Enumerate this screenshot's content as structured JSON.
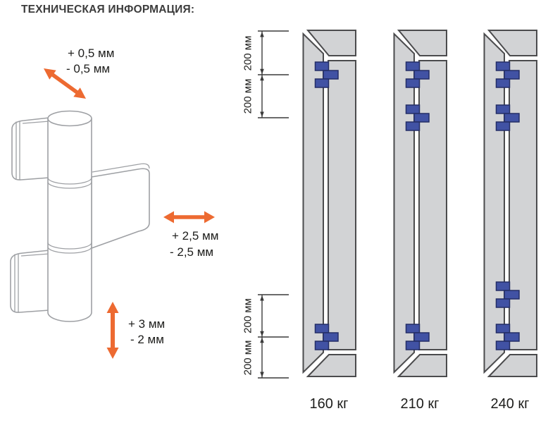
{
  "title": "ТЕХНИЧЕСКАЯ ИНФОРМАЦИЯ:",
  "adjustments": {
    "lateral": {
      "plus": "+ 0,5 мм",
      "minus": "- 0,5 мм"
    },
    "horizontal": {
      "plus": "+ 2,5 мм",
      "minus": "- 2,5 мм"
    },
    "vertical": {
      "plus": "+ 3 мм",
      "minus": "- 2 мм"
    }
  },
  "dims": [
    "200 мм",
    "200 мм",
    "200 мм",
    "200 мм"
  ],
  "doors": [
    {
      "weight": "160 кг",
      "hinge_slots": [
        "top-200",
        "bottom-200"
      ]
    },
    {
      "weight": "210 кг",
      "hinge_slots": [
        "top-200",
        "top-400",
        "bottom-200"
      ]
    },
    {
      "weight": "240 кг",
      "hinge_slots": [
        "top-200",
        "top-400",
        "bottom-400",
        "bottom-200"
      ]
    }
  ],
  "colors": {
    "arrow-orange": "#ED6A31",
    "hinge-blue": "#4152A4",
    "hinge-border": "#242E66",
    "frame-fill": "#D2D3D5",
    "frame-outline": "#4B4B4D",
    "dim-line": "#3A3A3A",
    "ink": "#1D1D1B",
    "title-ink": "#3C3C3C"
  }
}
